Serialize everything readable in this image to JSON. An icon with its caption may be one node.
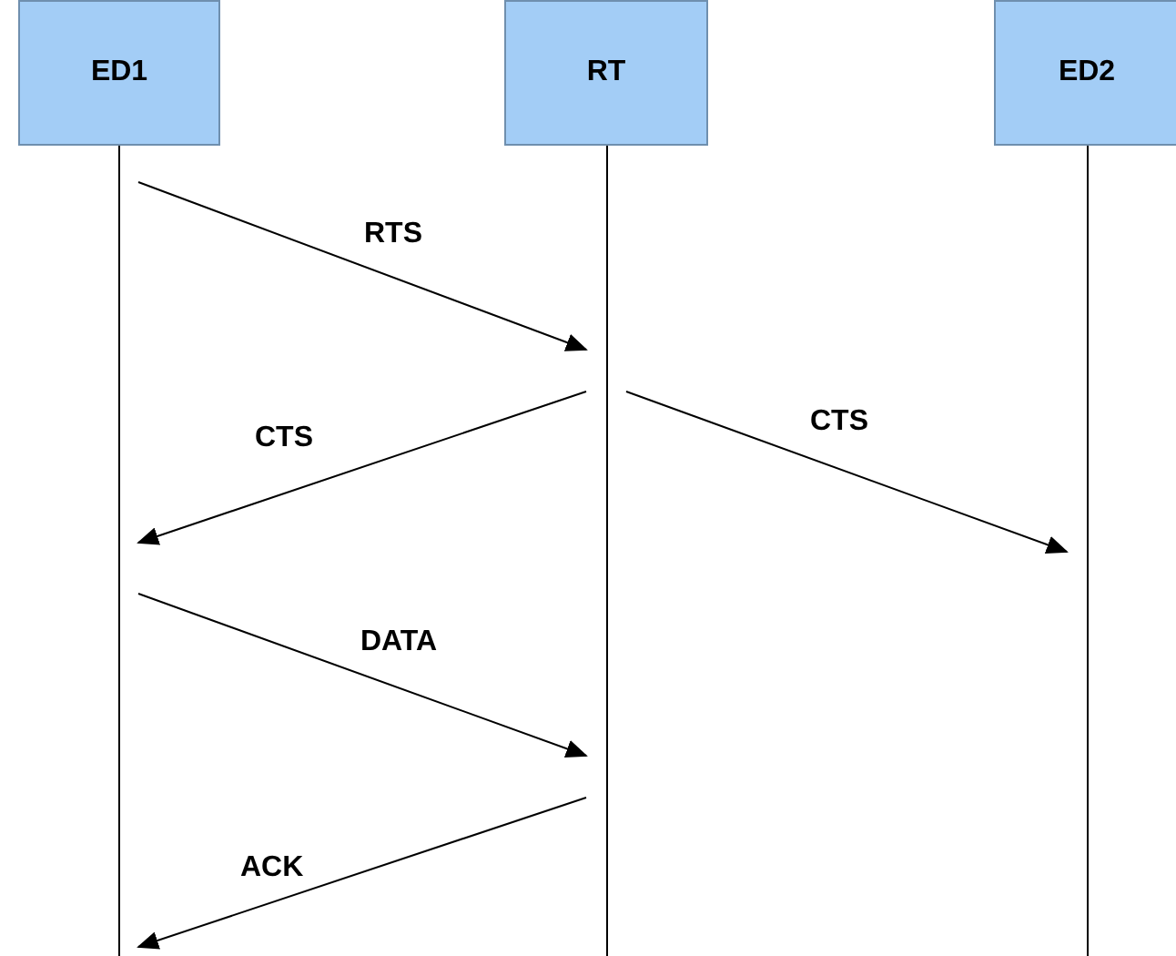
{
  "diagram": {
    "nodes": [
      {
        "text": [
          "ED1"
        ]
      },
      {
        "text": [
          "RT"
        ]
      },
      {
        "text": [
          "ED2"
        ]
      }
    ],
    "edges": [
      {
        "from": 0,
        "to": 1,
        "arrow": "to",
        "label": "RTS"
      },
      {
        "from": 1,
        "to": 0,
        "arrow": "to",
        "label": "CTS"
      },
      {
        "from": 1,
        "to": 2,
        "arrow": "to",
        "label": "CTS"
      },
      {
        "from": 0,
        "to": 1,
        "arrow": "to",
        "label": "DATA"
      },
      {
        "from": 1,
        "to": 0,
        "arrow": "to",
        "label": "ACK"
      }
    ]
  }
}
